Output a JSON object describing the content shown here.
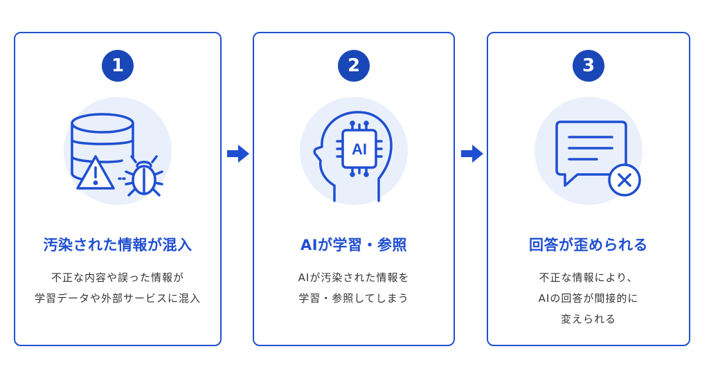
{
  "colors": {
    "accent": "#1f4fd1",
    "badge": "#1a47b8",
    "icon_bg": "#e9f0fb",
    "text": "#333333"
  },
  "steps": [
    {
      "number": "1",
      "icon": "database-warning-bug-icon",
      "title": "汚染された情報が混入",
      "desc": [
        "不正な内容や誤った情報が",
        "学習データや外部サービスに混入"
      ]
    },
    {
      "number": "2",
      "icon": "ai-head-icon",
      "icon_label": "AI",
      "title": "AIが学習・参照",
      "desc": [
        "AIが汚染された情報を",
        "学習・参照してしまう"
      ]
    },
    {
      "number": "3",
      "icon": "chat-error-icon",
      "title": "回答が歪められる",
      "desc": [
        "不正な情報により、",
        "AIの回答が間接的に",
        "変えられる"
      ]
    }
  ]
}
